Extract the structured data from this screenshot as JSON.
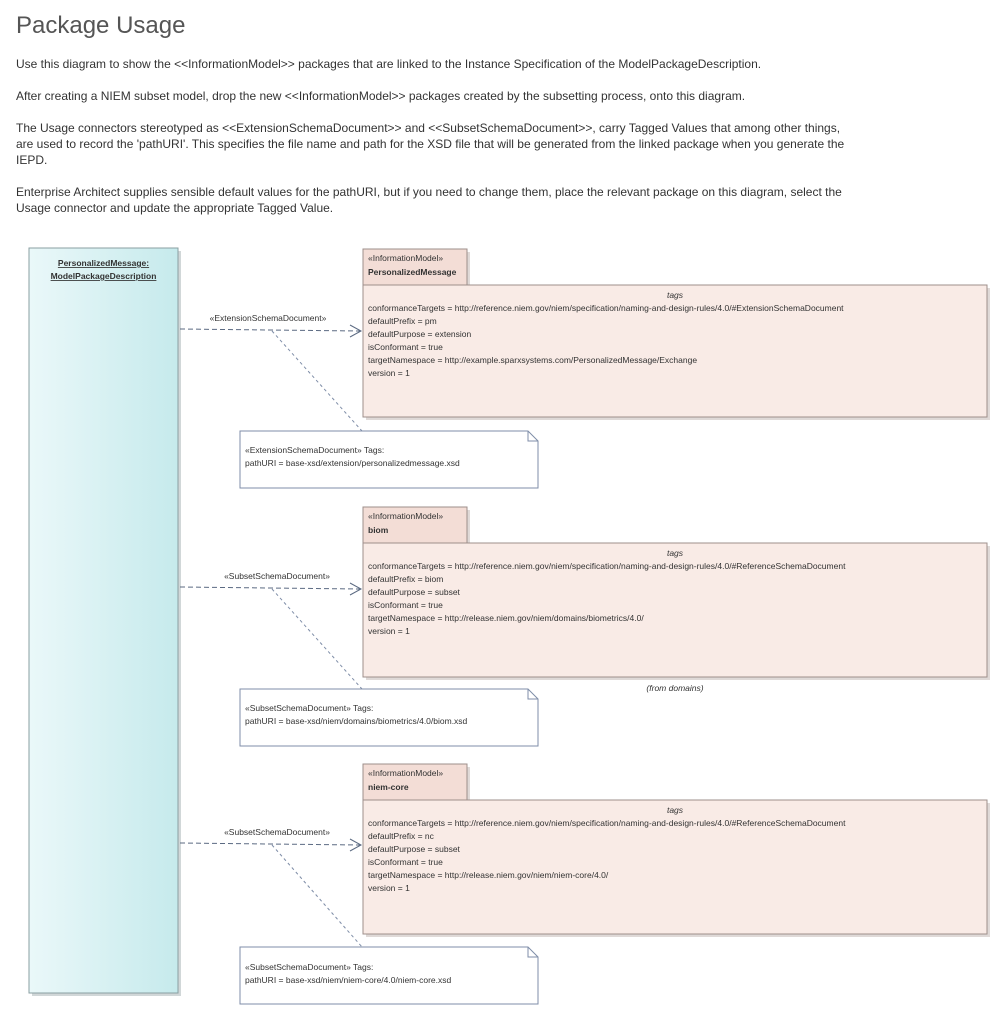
{
  "page": {
    "title": "Package Usage",
    "paragraphs": [
      "Use this diagram to show the <<InformationModel>> packages that are linked to the Instance Specification of the ModelPackageDescription.",
      "After creating a NIEM subset model, drop the new <<InformationModel>> packages created by the subsetting process, onto this diagram.",
      "The Usage connectors stereotyped as <<ExtensionSchemaDocument>> and <<SubsetSchemaDocument>>, carry Tagged Values that among other things, are used to record the 'pathURI'.  This specifies the file name and path for the XSD file that will be generated from the linked package when you generate the IEPD.",
      "Enterprise Architect supplies sensible default values for the pathURI, but if you need to change them, place the relevant package on this diagram, select the Usage connector and update the appropriate Tagged Value."
    ]
  },
  "diagram": {
    "instance": {
      "line1": "PersonalizedMessage:",
      "line2": "ModelPackageDescription"
    },
    "packages": [
      {
        "stereotype": "«InformationModel»",
        "name": "PersonalizedMessage",
        "tags_label": "tags",
        "tags": [
          "conformanceTargets = http://reference.niem.gov/niem/specification/naming-and-design-rules/4.0/#ExtensionSchemaDocument",
          "defaultPrefix = pm",
          "defaultPurpose = extension",
          "isConformant = true",
          "targetNamespace = http://example.sparxsystems.com/PersonalizedMessage/Exchange",
          "version = 1"
        ],
        "from": "",
        "connector_label": "«ExtensionSchemaDocument»",
        "note_title": "«ExtensionSchemaDocument» Tags:",
        "note_value": "pathURI = base-xsd/extension/personalizedmessage.xsd"
      },
      {
        "stereotype": "«InformationModel»",
        "name": "biom",
        "tags_label": "tags",
        "tags": [
          "conformanceTargets = http://reference.niem.gov/niem/specification/naming-and-design-rules/4.0/#ReferenceSchemaDocument",
          "defaultPrefix = biom",
          "defaultPurpose = subset",
          "isConformant = true",
          "targetNamespace = http://release.niem.gov/niem/domains/biometrics/4.0/",
          "version = 1"
        ],
        "from": "(from domains)",
        "connector_label": "«SubsetSchemaDocument»",
        "note_title": "«SubsetSchemaDocument» Tags:",
        "note_value": "pathURI = base-xsd/niem/domains/biometrics/4.0/biom.xsd"
      },
      {
        "stereotype": "«InformationModel»",
        "name": "niem-core",
        "tags_label": "tags",
        "tags": [
          "conformanceTargets = http://reference.niem.gov/niem/specification/naming-and-design-rules/4.0/#ReferenceSchemaDocument",
          "defaultPrefix = nc",
          "defaultPurpose = subset",
          "isConformant = true",
          "targetNamespace = http://release.niem.gov/niem/niem-core/4.0/",
          "version = 1"
        ],
        "from": "",
        "connector_label": "«SubsetSchemaDocument»",
        "note_title": "«SubsetSchemaDocument» Tags:",
        "note_value": "pathURI = base-xsd/niem/niem-core/4.0/niem-core.xsd"
      }
    ]
  },
  "colors": {
    "instance_fill": "#c6eaec",
    "instance_border": "#8a9fa2",
    "package_fill": "#f9ebe6",
    "package_tab_fill": "#f3ddd6",
    "package_border": "#9e8f8b",
    "connector": "#5b6a82",
    "note_border": "#7f8ea8"
  }
}
